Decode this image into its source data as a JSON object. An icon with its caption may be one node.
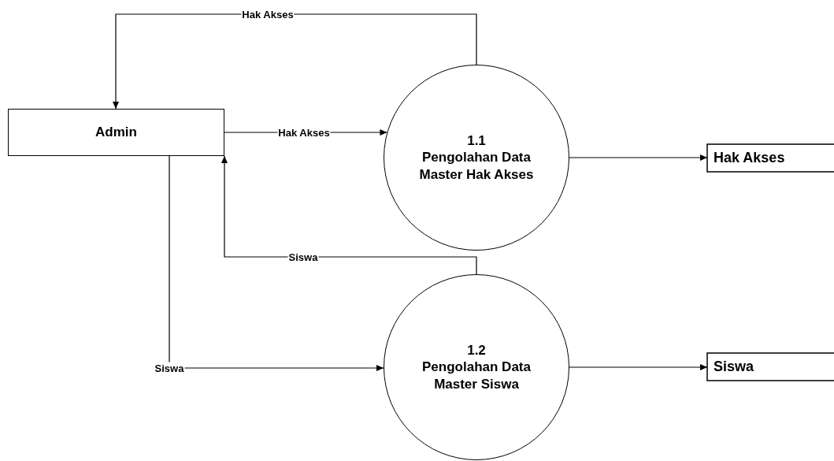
{
  "diagram": {
    "nodes": [
      {
        "text": [
          "Admin"
        ]
      },
      {
        "text": [
          "1.1",
          "Pengolahan Data Master Hak Akses"
        ]
      },
      {
        "text": [
          "Hak Akses"
        ]
      },
      {
        "text": [
          "1.2",
          "Pengolahan Data Master Siswa"
        ]
      },
      {
        "text": [
          "Siswa"
        ]
      }
    ],
    "edges": [
      {
        "from": 1,
        "to": 0,
        "arrow": "to",
        "label": "Hak Akses"
      },
      {
        "from": 0,
        "to": 1,
        "arrow": "to",
        "label": "Hak Akses"
      },
      {
        "from": 1,
        "to": 2,
        "arrow": "to"
      },
      {
        "from": 3,
        "to": 0,
        "arrow": "to",
        "label": "Siswa"
      },
      {
        "from": 0,
        "to": 3,
        "arrow": "to",
        "label": "Siswa"
      },
      {
        "from": 3,
        "to": 4,
        "arrow": "to"
      }
    ]
  }
}
